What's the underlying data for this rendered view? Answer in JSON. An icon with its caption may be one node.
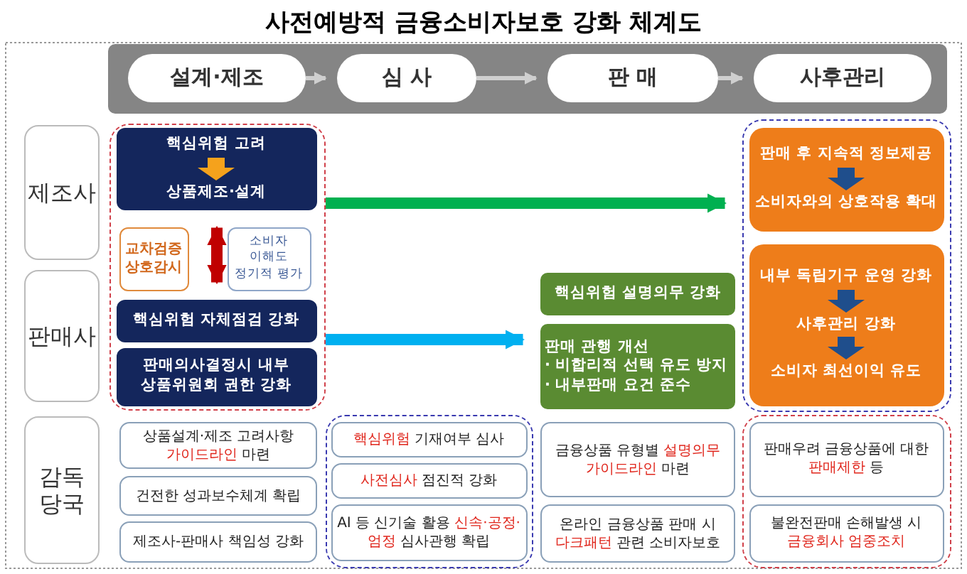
{
  "diagram": {
    "title": "사전예방적 금융소비자보호 강화 체계도",
    "nodes": [
      {
        "text": [
          "설계·제조"
        ]
      },
      {
        "text": [
          "심 사"
        ]
      },
      {
        "text": [
          "판 매"
        ]
      },
      {
        "text": [
          "사후관리"
        ]
      },
      {
        "text": [
          "제조사"
        ]
      },
      {
        "text": [
          "판매사"
        ]
      },
      {
        "text": [
          "감독 당국"
        ]
      },
      {
        "text": [],
        "shape": "box"
      },
      {
        "text": [
          "핵심위험 고려",
          "상품제조·설계"
        ],
        "in": 7
      },
      {
        "text": [
          "교차검증 상호감시"
        ],
        "in": 7
      },
      {
        "text": [
          "소비자 이해도 정기적 평가"
        ],
        "in": 7
      },
      {
        "text": [
          "핵심위험 자체점검 강화"
        ],
        "in": 7
      },
      {
        "text": [
          "판매의사결정시 내부 상품위원회 권한 강화"
        ],
        "in": 7
      },
      {
        "text": [
          "핵심위험 설명의무 강화"
        ]
      },
      {
        "text": [
          "판매 관행 개선",
          "· 비합리적 선택 유도 방지",
          "· 내부판매 요건 준수"
        ]
      },
      {
        "text": [],
        "shape": "box"
      },
      {
        "text": [
          "판매 후 지속적 정보제공",
          "소비자와의 상호작용 확대"
        ],
        "in": 15
      },
      {
        "text": [
          "내부 독립기구 운영 강화",
          "사후관리 강화",
          "소비자 최선이익 유도"
        ],
        "in": 15
      },
      {
        "text": [
          "상품설계·제조 고려사항 **가이드라인** 마련"
        ]
      },
      {
        "text": [
          "건전한 성과보수체계 확립"
        ]
      },
      {
        "text": [
          "제조사-판매사 책임성 강화"
        ]
      },
      {
        "text": [],
        "shape": "box"
      },
      {
        "text": [
          "**핵심위험** 기재여부 심사"
        ],
        "in": 21
      },
      {
        "text": [
          "**사전심사** 점진적 강화"
        ],
        "in": 21
      },
      {
        "text": [
          "AI 등 신기술 활용 **신속·공정·엄정** 심사관행 확립"
        ],
        "in": 21
      },
      {
        "text": [
          "금융상품 유형별 **설명의무 가이드라인** 마련"
        ]
      },
      {
        "text": [
          "온라인 금융상품 판매 시 **다크패턴** 관련 소비자보호"
        ]
      },
      {
        "text": [],
        "shape": "box"
      },
      {
        "text": [
          "판매우려 금융상품에 대한 **판매제한** 등"
        ],
        "in": 27
      },
      {
        "text": [
          "불완전판매 손해발생 시 **금융회사 엄중조치**"
        ],
        "in": 27
      }
    ],
    "edges": [
      {
        "from": 0,
        "to": 1,
        "arrow": "to"
      },
      {
        "from": 1,
        "to": 2,
        "arrow": "to"
      },
      {
        "from": 2,
        "to": 3,
        "arrow": "to"
      },
      {
        "from": 8,
        "to": 11,
        "arrow": "both",
        "style": "thick",
        "color": "#c00000"
      },
      {
        "from": 7,
        "to": 15,
        "arrow": "to",
        "style": "thick",
        "color": "#00b050"
      },
      {
        "from": 7,
        "to": 14,
        "arrow": "to",
        "style": "thick",
        "color": "#00b0f0"
      }
    ]
  }
}
